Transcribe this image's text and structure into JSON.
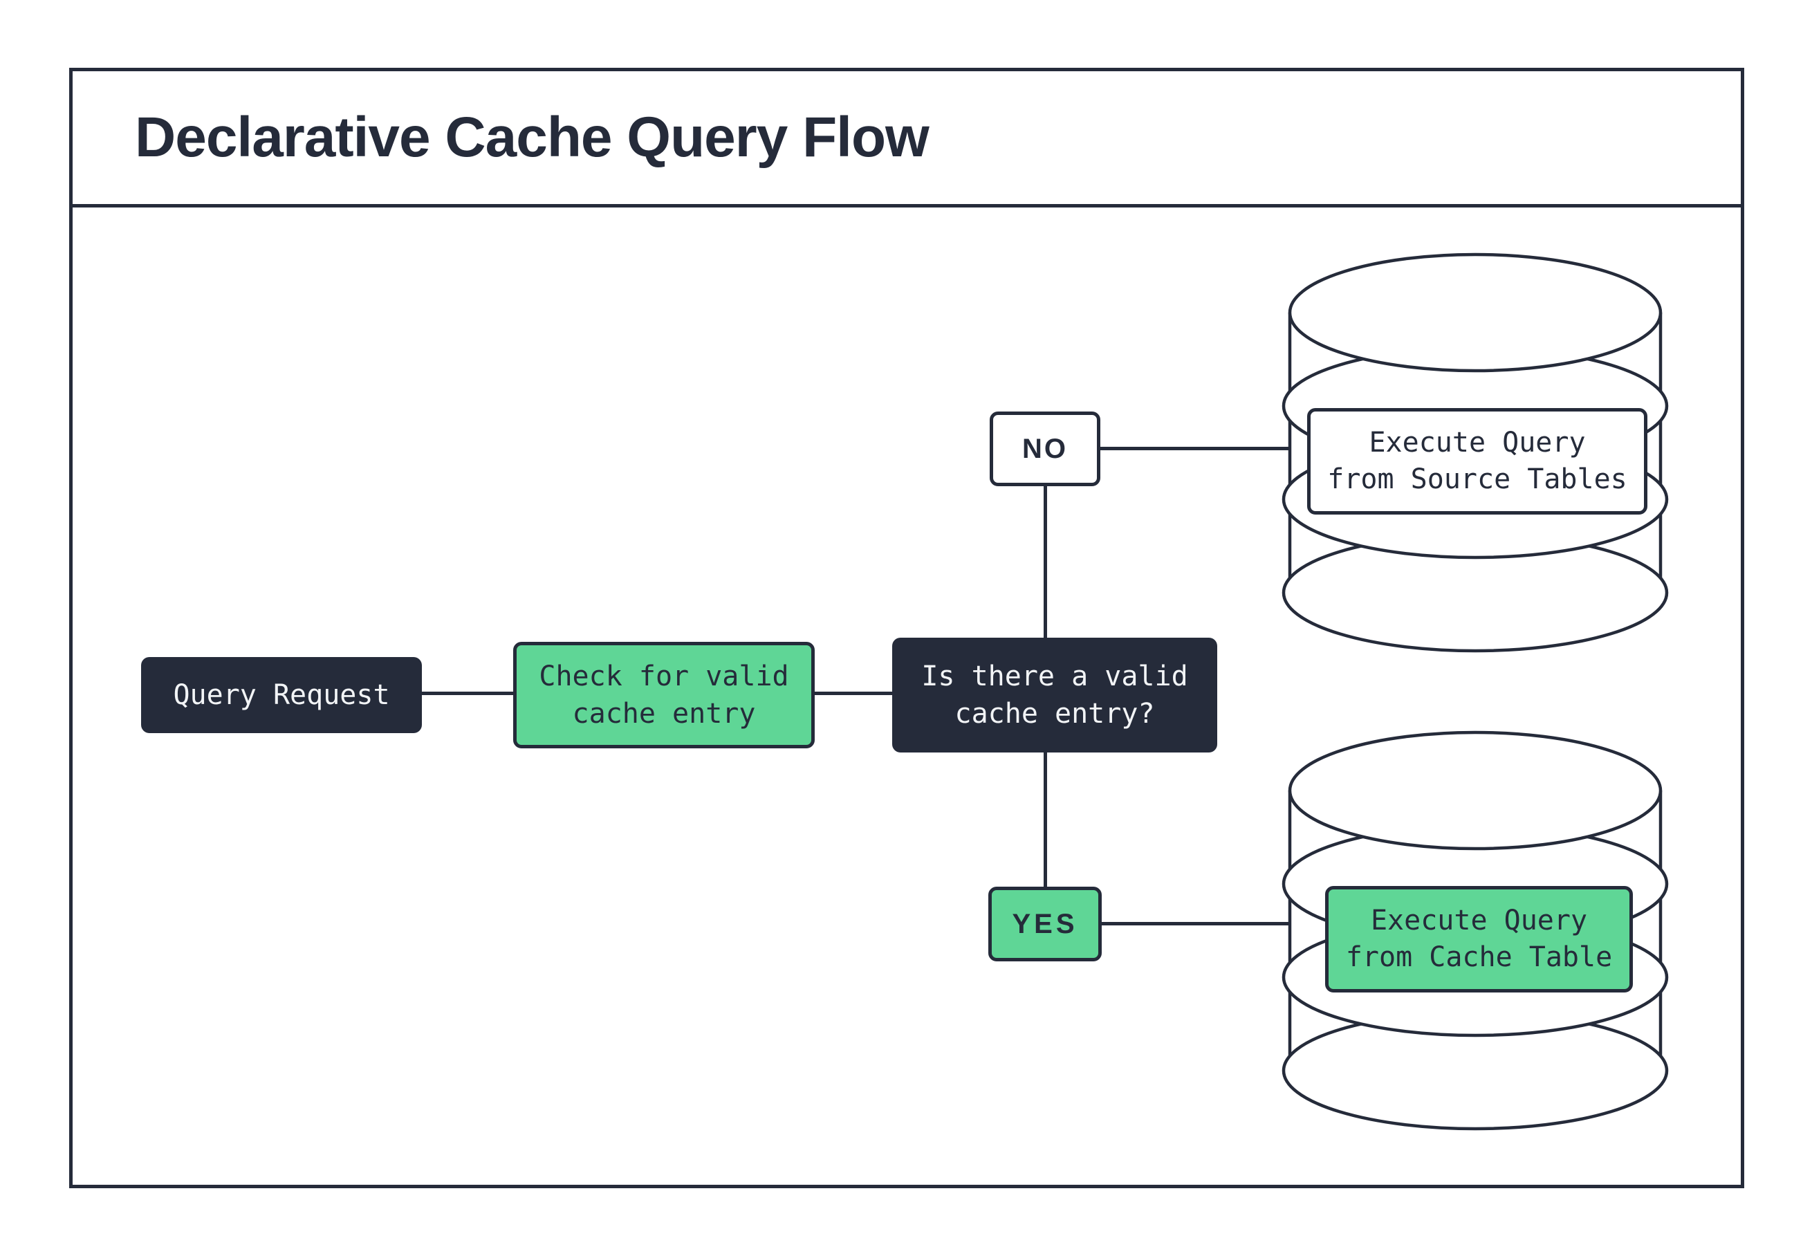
{
  "title": "Declarative Cache Query Flow",
  "colors": {
    "ink": "#252b3a",
    "green": "#5fd696",
    "paper": "#ffffff",
    "light_text": "#f2f4f6"
  },
  "nodes": {
    "query_request": {
      "label": "Query Request"
    },
    "check_cache": {
      "lines": [
        "Check for valid",
        "cache entry"
      ]
    },
    "decision": {
      "lines": [
        "Is there a valid",
        "cache entry?"
      ]
    },
    "branch_no": {
      "label": "NO"
    },
    "branch_yes": {
      "label": "YES"
    },
    "source_db": {
      "lines": [
        "Execute Query",
        "from Source Tables"
      ]
    },
    "cache_db": {
      "lines": [
        "Execute Query",
        "from Cache Table"
      ]
    }
  }
}
